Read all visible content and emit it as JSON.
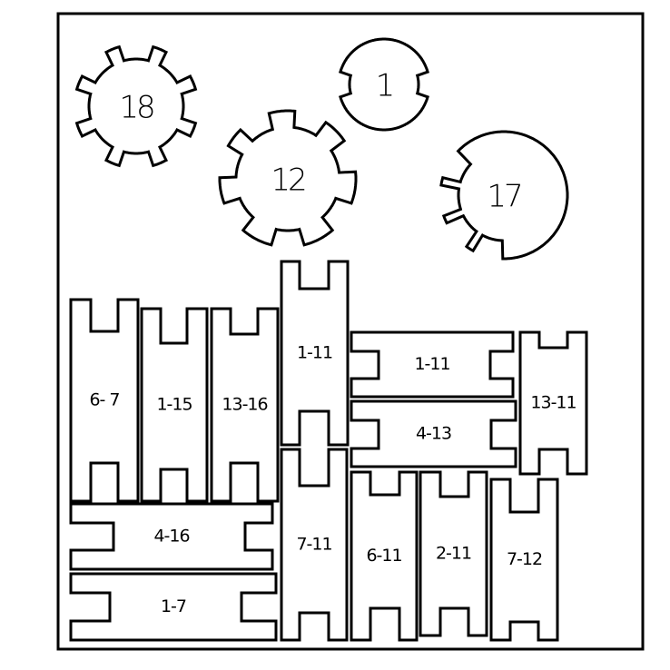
{
  "gears": [
    {
      "id": "g18",
      "label": "18"
    },
    {
      "id": "g1",
      "label": "1"
    },
    {
      "id": "g12",
      "label": "12"
    },
    {
      "id": "g17",
      "label": "17"
    }
  ],
  "pieces": [
    {
      "id": "p1",
      "label": "6- 7"
    },
    {
      "id": "p2",
      "label": "1-15"
    },
    {
      "id": "p3",
      "label": "13-16"
    },
    {
      "id": "p4",
      "label": "1-11"
    },
    {
      "id": "p5",
      "label": "7-11"
    },
    {
      "id": "p6",
      "label": "6-11"
    },
    {
      "id": "p7",
      "label": "2-11"
    },
    {
      "id": "p8",
      "label": "7-12"
    },
    {
      "id": "p9",
      "label": "13-11"
    },
    {
      "id": "p10",
      "label": "1-11"
    },
    {
      "id": "p11",
      "label": "4-13"
    },
    {
      "id": "p12",
      "label": "4-16"
    },
    {
      "id": "p13",
      "label": "1-7"
    }
  ]
}
